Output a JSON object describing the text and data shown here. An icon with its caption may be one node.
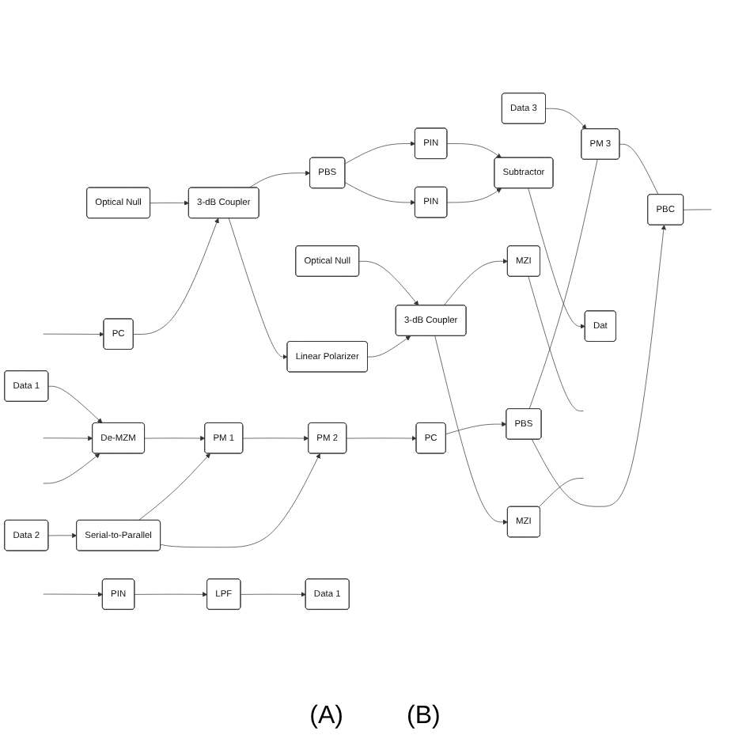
{
  "diagram": {
    "nodes": [
      {
        "text": [
          "Data 1"
        ]
      },
      {
        "text": [
          "Data 2"
        ]
      },
      {
        "text": [
          "Serial-to-Parallel"
        ]
      },
      {
        "text": [
          "Data 3"
        ]
      },
      {
        "text": [
          "De-MZM"
        ]
      },
      {
        "text": [
          "PM 1"
        ]
      },
      {
        "text": [
          "PM 2"
        ]
      },
      {
        "text": [
          "PC"
        ]
      },
      {
        "text": [
          "PBS"
        ]
      },
      {
        "text": [
          "PBC"
        ]
      },
      {
        "text": [
          "PM 3"
        ]
      },
      {
        "text": [
          "PC"
        ]
      },
      {
        "text": [
          "3-dB Coupler"
        ]
      },
      {
        "text": [
          "Optical Null"
        ]
      },
      {
        "text": [
          "PBS"
        ]
      },
      {
        "text": [
          "PIN"
        ]
      },
      {
        "text": [
          "PIN"
        ]
      },
      {
        "text": [
          "Subtractor"
        ]
      },
      {
        "text": [
          "Dat"
        ]
      },
      {
        "text": [
          "Linear Polarizer"
        ]
      },
      {
        "text": [
          "3-dB Coupler"
        ]
      },
      {
        "text": [
          "Optical Null"
        ]
      },
      {
        "text": [
          "MZI"
        ]
      },
      {
        "text": [
          "MZI"
        ]
      },
      {
        "text": [
          "PIN"
        ]
      },
      {
        "text": [
          "LPF"
        ]
      },
      {
        "text": [
          "Data 1"
        ]
      }
    ],
    "edges": [
      {
        "from": null,
        "to": 4,
        "arrow": "to"
      },
      {
        "from": null,
        "to": 4,
        "arrow": "to"
      },
      {
        "from": 0,
        "to": 4,
        "arrow": "to"
      },
      {
        "from": 1,
        "to": 2,
        "arrow": "to"
      },
      {
        "from": 2,
        "to": 5,
        "arrow": "to"
      },
      {
        "from": 2,
        "to": 6,
        "arrow": "to"
      },
      {
        "from": 4,
        "to": 5,
        "arrow": "to"
      },
      {
        "from": 5,
        "to": 6,
        "arrow": "to"
      },
      {
        "from": 6,
        "to": 7,
        "arrow": "to"
      },
      {
        "from": 7,
        "to": 8,
        "arrow": "to"
      },
      {
        "from": 8,
        "to": 9,
        "arrow": "to"
      },
      {
        "from": 8,
        "to": 10,
        "arrow": "none"
      },
      {
        "from": 3,
        "to": 10,
        "arrow": "to"
      },
      {
        "from": 10,
        "to": 9,
        "arrow": "none"
      },
      {
        "from": 9,
        "to": null,
        "arrow": "none"
      },
      {
        "from": null,
        "to": 11,
        "arrow": "to"
      },
      {
        "from": 11,
        "to": 12,
        "arrow": "to"
      },
      {
        "from": 13,
        "to": 12,
        "arrow": "to"
      },
      {
        "from": 12,
        "to": 14,
        "arrow": "to"
      },
      {
        "from": 12,
        "to": 19,
        "arrow": "to"
      },
      {
        "from": 14,
        "to": 15,
        "arrow": "to"
      },
      {
        "from": 14,
        "to": 16,
        "arrow": "to"
      },
      {
        "from": 15,
        "to": 17,
        "arrow": "to"
      },
      {
        "from": 16,
        "to": 17,
        "arrow": "to"
      },
      {
        "from": 17,
        "to": 18,
        "arrow": "to"
      },
      {
        "from": 19,
        "to": 20,
        "arrow": "to"
      },
      {
        "from": 21,
        "to": 20,
        "arrow": "to"
      },
      {
        "from": 20,
        "to": 22,
        "arrow": "to"
      },
      {
        "from": 20,
        "to": 23,
        "arrow": "to"
      },
      {
        "from": 22,
        "to": null,
        "arrow": "none"
      },
      {
        "from": 23,
        "to": null,
        "arrow": "none"
      },
      {
        "from": null,
        "to": 24,
        "arrow": "to"
      },
      {
        "from": 24,
        "to": 25,
        "arrow": "to"
      },
      {
        "from": 25,
        "to": 26,
        "arrow": "to"
      }
    ],
    "labels": [
      "(A)",
      "(B)"
    ]
  }
}
